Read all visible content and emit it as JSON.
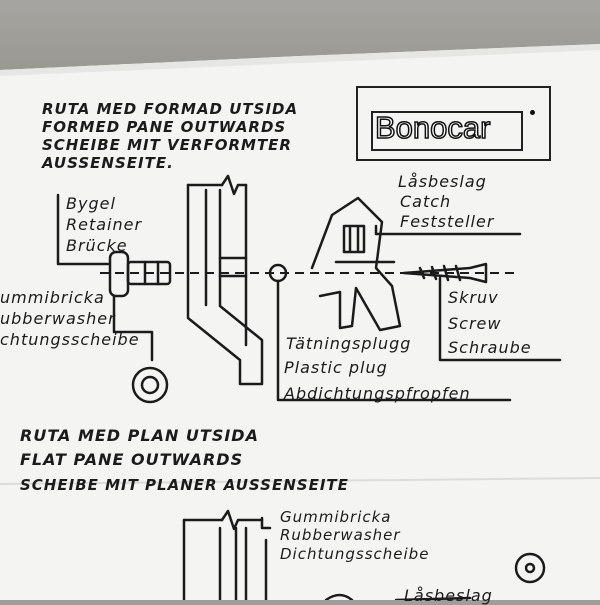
{
  "document": {
    "section1": {
      "title_lines": [
        "RUTA MED FORMAD UTSIDA",
        "FORMED PANE OUTWARDS",
        "SCHEIBE MIT VERFORMTER",
        "AUSSENSEITE."
      ],
      "retainer_lines": [
        "Bygel",
        "Retainer",
        "Brücke"
      ],
      "washer_lines": [
        "ummibricka",
        "ubberwasher",
        "chtungsscheibe"
      ],
      "catch_lines": [
        "Låsbeslag",
        "Catch",
        "Feststeller"
      ],
      "screw_lines": [
        "Skruv",
        "Screw",
        "Schraube"
      ],
      "plug_lines": [
        "Tätningsplugg",
        "Plastic plug",
        "Abdichtungspfropfen"
      ]
    },
    "logo": {
      "text": "Bonocar"
    },
    "section2": {
      "title_lines": [
        "RUTA MED PLAN UTSIDA",
        "FLAT PANE OUTWARDS",
        "SCHEIBE MIT PLANER AUSSENSEITE"
      ],
      "washer_lines": [
        "Gummibricka",
        "Rubberwasher",
        "Dichtungsscheibe"
      ],
      "catch_partial": "Låsbeslag"
    }
  },
  "colors": {
    "paper": "#f4f4f2",
    "ink": "#1b1b1b",
    "background": "#9e9d99"
  }
}
